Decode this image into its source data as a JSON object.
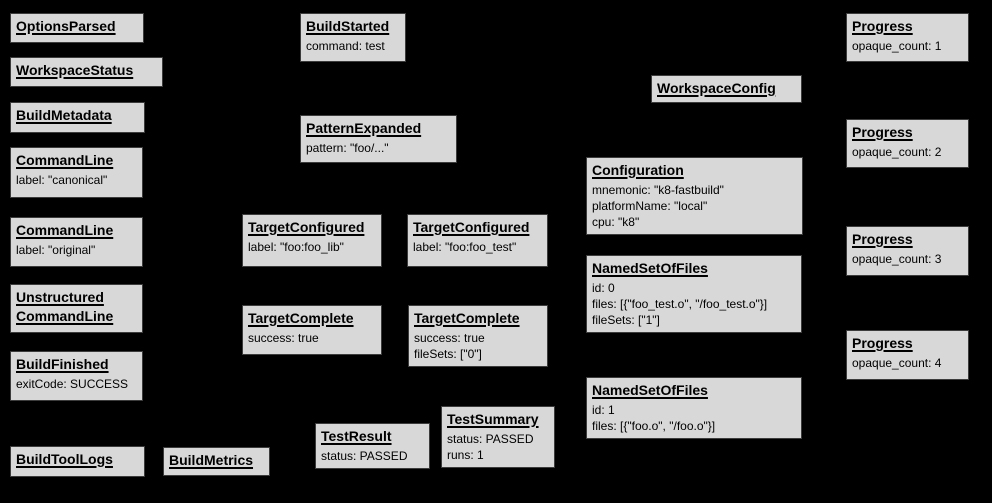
{
  "canvas": {
    "bg": "#000000",
    "node_fill": "#d8d8d8",
    "node_border": "#3c3c3c",
    "text": "#000000"
  },
  "nodes": [
    {
      "title": "OptionsParsed"
    },
    {
      "title": "WorkspaceStatus"
    },
    {
      "title": "BuildMetadata"
    },
    {
      "title": "CommandLine",
      "body": "label: \"canonical\""
    },
    {
      "title": "CommandLine",
      "body": "label: \"original\""
    },
    {
      "title": "Unstructured\nCommandLine"
    },
    {
      "title": "BuildFinished",
      "body": "exitCode: SUCCESS"
    },
    {
      "title": "BuildToolLogs"
    },
    {
      "title": "BuildMetrics"
    },
    {
      "title": "BuildStarted",
      "body": "command: test"
    },
    {
      "title": "PatternExpanded",
      "body": "pattern: \"foo/...\""
    },
    {
      "title": "TargetConfigured",
      "body": "label: \"foo:foo_lib\""
    },
    {
      "title": "TargetConfigured",
      "body": "label: \"foo:foo_test\""
    },
    {
      "title": "TargetComplete",
      "body": "success: true"
    },
    {
      "title": "TargetComplete",
      "body": "success: true\nfileSets: [\"0\"]"
    },
    {
      "title": "TestResult",
      "body": "status: PASSED"
    },
    {
      "title": "TestSummary",
      "body": "status: PASSED\nruns: 1"
    },
    {
      "title": "WorkspaceConfig"
    },
    {
      "title": "Configuration",
      "body": "mnemonic: \"k8-fastbuild\"\nplatformName: \"local\"\ncpu: \"k8\""
    },
    {
      "title": "NamedSetOfFiles",
      "body": "id: 0\nfiles: [{\"foo_test.o\", \"/foo_test.o\"}]\nfileSets: [\"1\"]"
    },
    {
      "title": "NamedSetOfFiles",
      "body": "id: 1\nfiles: [{\"foo.o\", \"/foo.o\"}]"
    },
    {
      "title": "Progress",
      "body": "opaque_count: 1"
    },
    {
      "title": "Progress",
      "body": "opaque_count: 2"
    },
    {
      "title": "Progress",
      "body": "opaque_count: 3"
    },
    {
      "title": "Progress",
      "body": "opaque_count: 4"
    }
  ]
}
